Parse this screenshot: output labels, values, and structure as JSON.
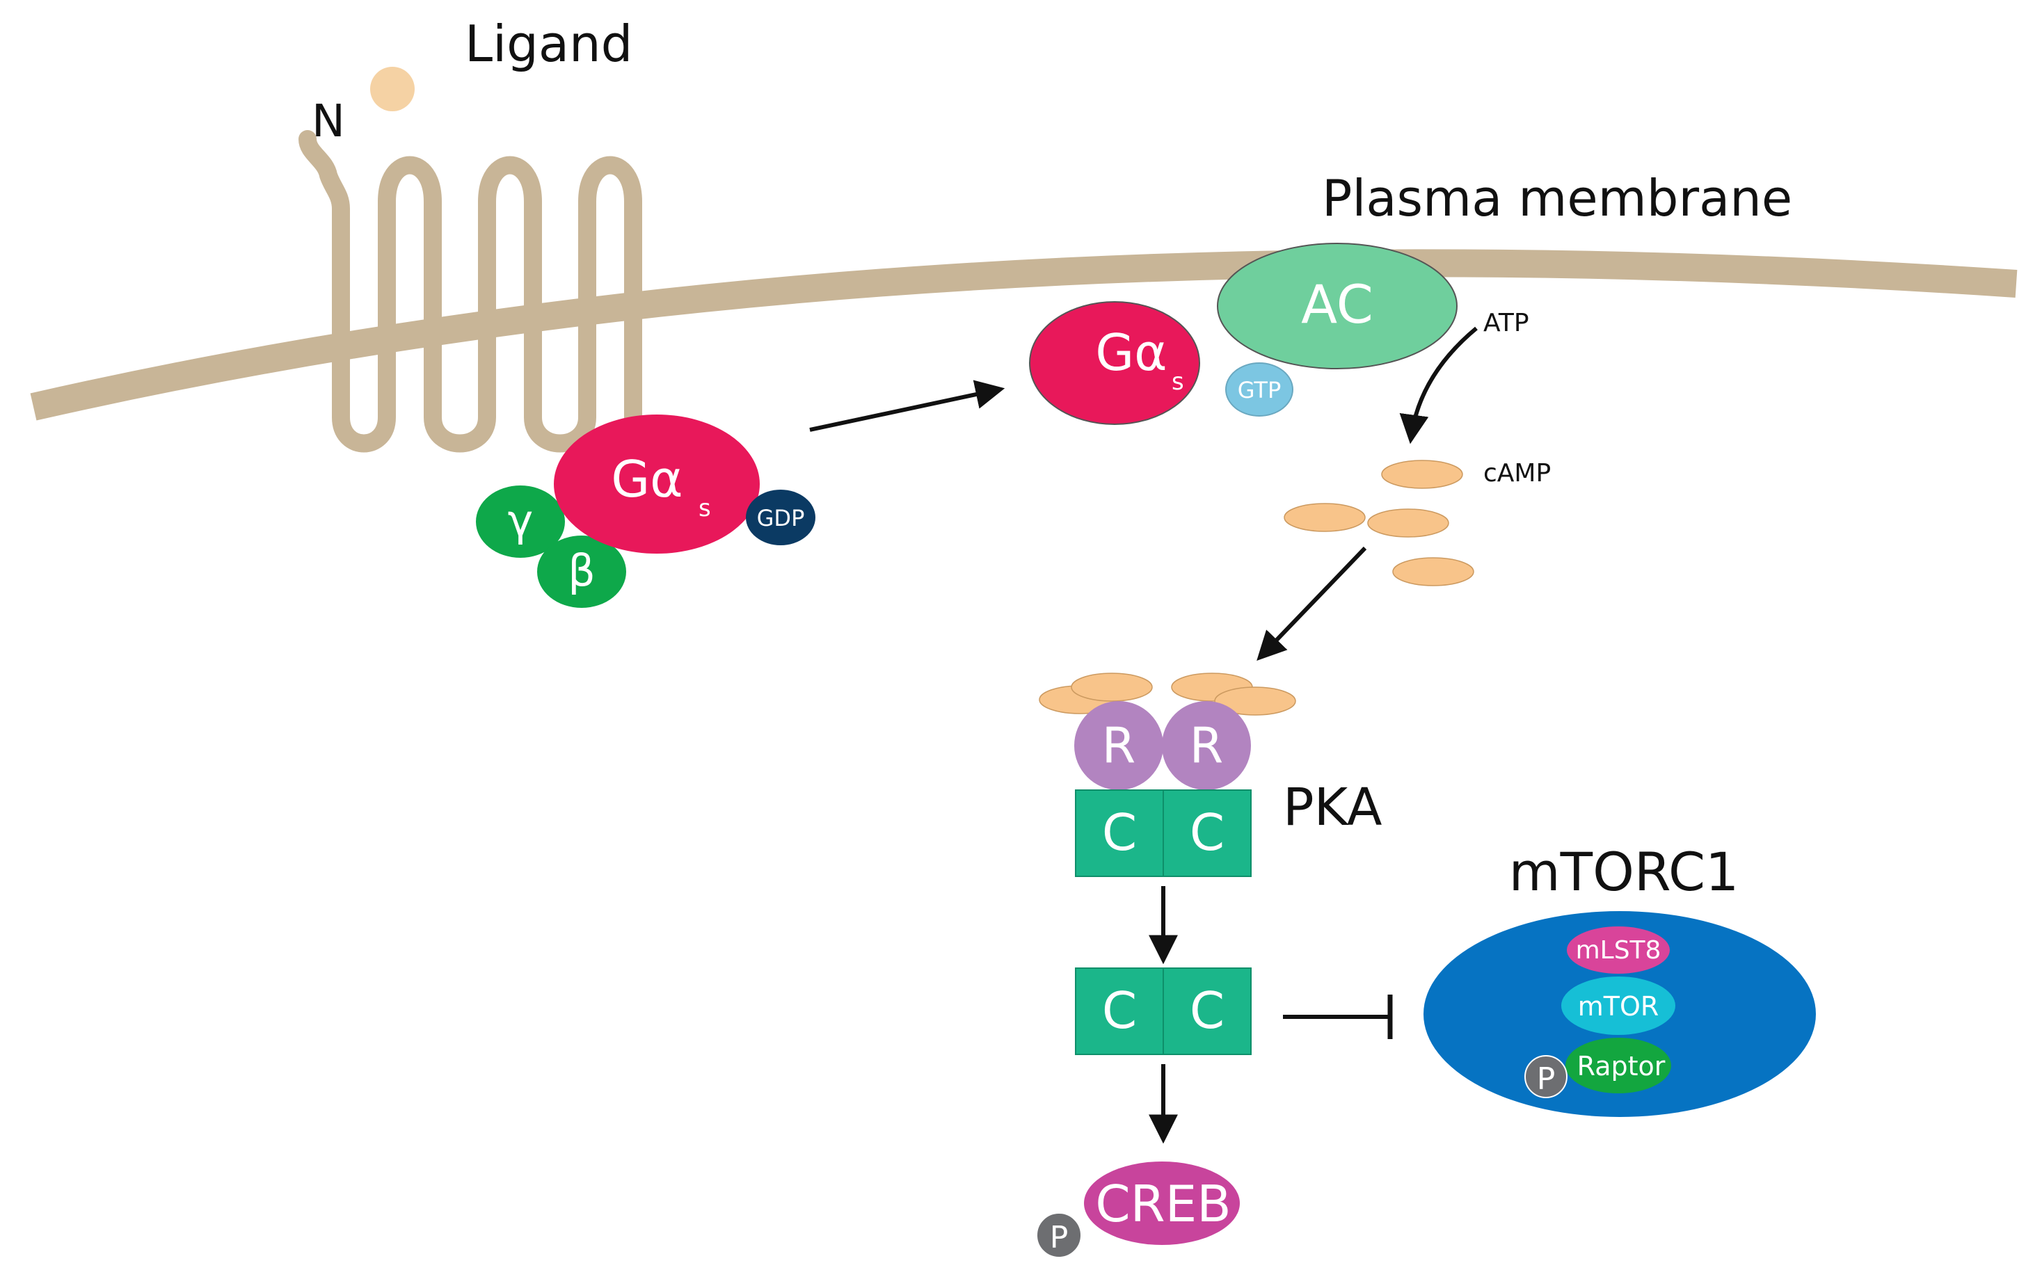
{
  "labels": {
    "ligand": "Ligand",
    "n_terminus": "N",
    "plasma_membrane": "Plasma membrane",
    "g_alpha": "Gα",
    "g_alpha_sub": "s",
    "gamma": "γ",
    "beta": "β",
    "gdp": "GDP",
    "gtp": "GTP",
    "ac": "AC",
    "atp": "ATP",
    "camp": "cAMP",
    "r": "R",
    "c": "C",
    "pka": "PKA",
    "mtorc1": "mTORC1",
    "mlst8": "mLST8",
    "mtor": "mTOR",
    "raptor": "Raptor",
    "p": "P",
    "creb": "CREB"
  },
  "colors": {
    "membrane": "#c8b597",
    "ligand": "#f5d2a4",
    "g_alpha": "#e8185a",
    "gamma_beta": "#0ea84a",
    "gdp": "#0b3a63",
    "gtp": "#7cc6e2",
    "ac": "#6fcf9d",
    "camp": "#f8c48a",
    "r_subunit": "#b284c0",
    "c_subunit": "#1bb68a",
    "mtorc1": "#0673c2",
    "mlst8": "#d9449a",
    "mtor": "#16bfd6",
    "raptor": "#13a63f",
    "phospho": "#6d6e71",
    "creb": "#c8449c"
  }
}
